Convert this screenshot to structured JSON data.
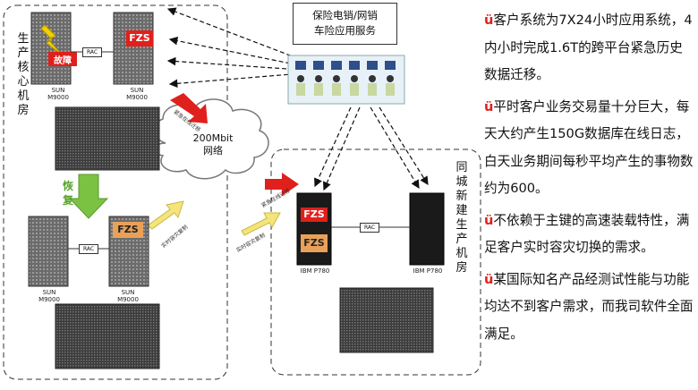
{
  "diagram": {
    "zone_a_label": "生产核心机房",
    "zone_b_label": "同城新建生产机房",
    "callout": [
      "保险电销/网销",
      "车险应用服务"
    ],
    "network": [
      "200Mbit",
      "网络"
    ],
    "restore_label": "恢复",
    "fault_tag": "故障",
    "fzs": "FZS",
    "rac": "RAC",
    "sun_model": [
      "SUN",
      "M9000"
    ],
    "ibm_model": "IBM P780",
    "emergency_migration": "紧急在线迁移",
    "realtime_replication": "实时容灾复制",
    "colors": {
      "alert_red": "#e0201c",
      "restore_green": "#7cc242",
      "replication_yellow": "#f4e47a",
      "fzs_orange": "#e9a15a"
    }
  },
  "bullets": [
    {
      "mark": "ü",
      "text": "客户系统为7X24小时应用系统，4内小时完成1.6T的跨平台紧急历史数据迁移。"
    },
    {
      "mark": "ü",
      "text": "平时客户业务交易量十分巨大，每天大约产生150G数据库在线日志，白天业务期间每秒平均产生的事物数约为600。"
    },
    {
      "mark": "ü",
      "text": "不依赖于主键的高速装载特性，满足客户实时容灾切换的需求。"
    },
    {
      "mark": "ü",
      "text": "某国际知名产品经测试性能与功能均达不到客户需求，而我司软件全面满足。"
    }
  ]
}
